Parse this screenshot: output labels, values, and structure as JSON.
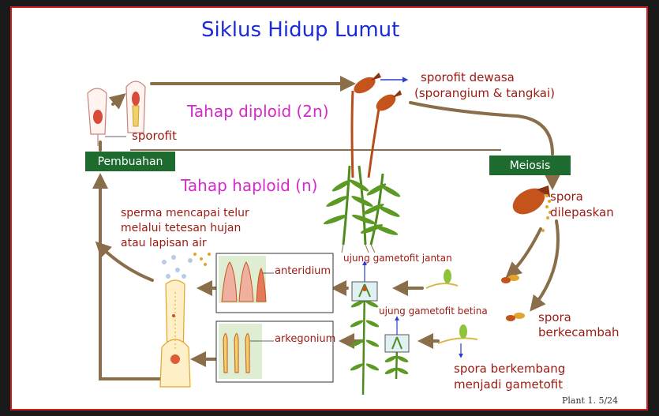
{
  "title": "Siklus Hidup Lumut",
  "labels": {
    "diploid": "Tahap diploid (2n)",
    "haploid": "Tahap haploid (n)",
    "sporofit_dewasa": "sporofit dewasa",
    "sporangium": "(sporangium & tangkai)",
    "sporofit": "sporofit",
    "pembuahan": "Pembuahan",
    "meiosis": "Meiosis",
    "spora_dilepaskan_1": "spora",
    "spora_dilepaskan_2": "dilepaskan",
    "sperma_1": "sperma mencapai telur",
    "sperma_2": "melalui tetesan hujan",
    "sperma_3": "atau lapisan air",
    "anteridium": "anteridium",
    "arkegonium": "arkegonium",
    "ujung_jantan": "ujung gametofit jantan",
    "ujung_betina": "ujung gametofit betina",
    "spora_berkecambah_1": "spora",
    "spora_berkecambah_2": "berkecambah",
    "spora_berkembang_1": "spora berkembang",
    "spora_berkembang_2": "menjadi gametofit",
    "footer": "Plant 1. 5/24"
  },
  "colors": {
    "title": "#1c2bd6",
    "phase": "#d629c9",
    "text": "#9b1a12",
    "box": "#1e6b2f",
    "arrow": "#8a6d49",
    "plant": "#4d8a1f",
    "capsule": "#c4531c",
    "border": "#cc1f1f"
  }
}
